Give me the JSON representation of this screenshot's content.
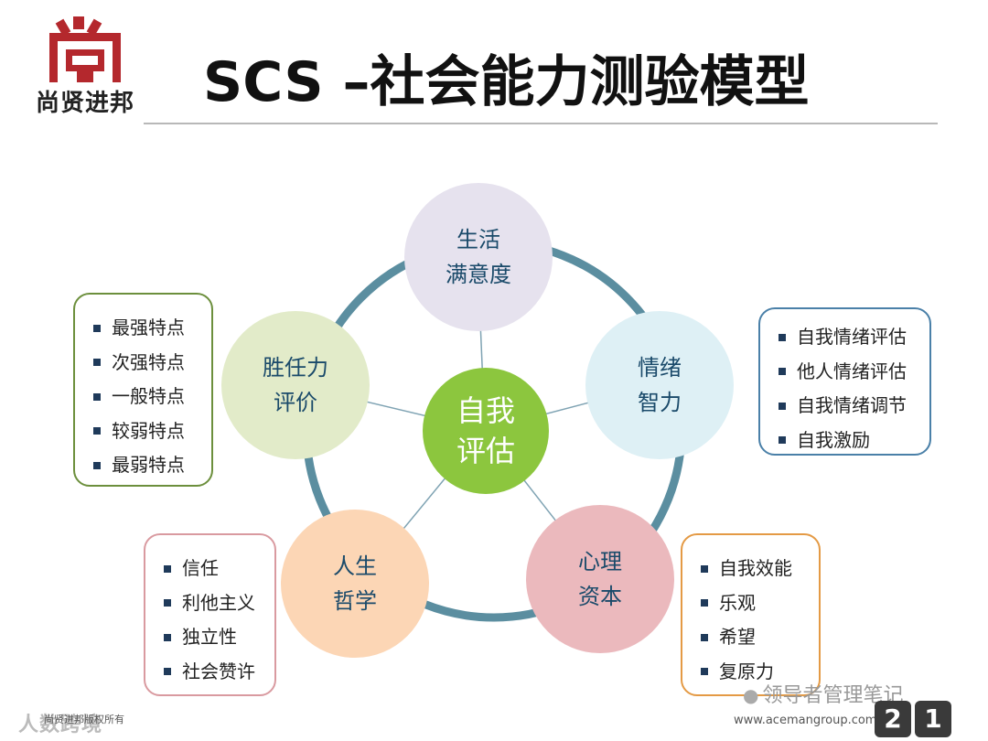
{
  "header": {
    "logo_text": "尚贤进邦",
    "title": "SCS –社会能力测验模型"
  },
  "diagram": {
    "center": {
      "line1": "自我",
      "line2": "评估",
      "color": "#8cc63e"
    },
    "nodes": [
      {
        "id": "life",
        "line1": "生活",
        "line2": "满意度",
        "color": "#e6e2ee"
      },
      {
        "id": "eq",
        "line1": "情绪",
        "line2": "智力",
        "color": "#def0f5"
      },
      {
        "id": "psy",
        "line1": "心理",
        "line2": "资本",
        "color": "#ebb9bd"
      },
      {
        "id": "phil",
        "line1": "人生",
        "line2": "哲学",
        "color": "#fcd6b5"
      },
      {
        "id": "comp",
        "line1": "胜任力",
        "line2": "评价",
        "color": "#e2ebc9"
      }
    ],
    "ring_color": "#5b8ea0"
  },
  "boxes": {
    "competency": {
      "border": "#6c8f3c",
      "items": [
        "最强特点",
        "次强特点",
        "一般特点",
        "较弱特点",
        "最弱特点"
      ]
    },
    "emotion": {
      "border": "#4a80a8",
      "items": [
        "自我情绪评估",
        "他人情绪评估",
        "自我情绪调节",
        "自我激励"
      ]
    },
    "philosophy": {
      "border": "#d99aa0",
      "items": [
        "信任",
        "利他主义",
        "独立性",
        "社会赞许"
      ]
    },
    "capital": {
      "border": "#e49a45",
      "items": [
        "自我效能",
        "乐观",
        "希望",
        "复原力"
      ]
    }
  },
  "footer": {
    "left_small": "尚贤进邦版权所有",
    "left_brand": "人数跨境",
    "wechat": "领导者管理笔记",
    "website": "www.acemangroup.com",
    "page_digits": [
      "2",
      "1"
    ]
  }
}
